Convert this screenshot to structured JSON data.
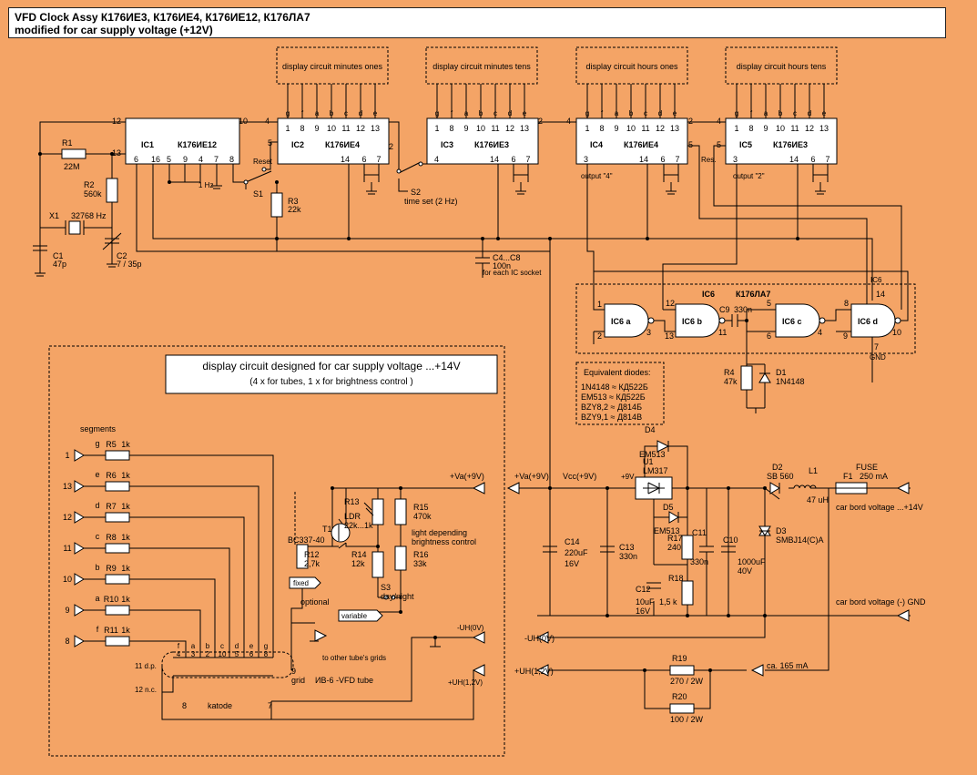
{
  "title": {
    "line1": "VFD Clock Assy К176ИЕ3, К176ИЕ4, К176ИЕ12, К176ЛА7",
    "line2": "modified for car supply voltage (+12V)"
  },
  "display_boxes": [
    "display circuit minutes ones",
    "display circuit minutes  tens",
    "display circuit hours ones",
    "display circuit hours  tens"
  ],
  "ics": {
    "ic1": {
      "ref": "IC1",
      "type": "К176ИЕ12"
    },
    "ic2": {
      "ref": "IC2",
      "type": "К176ИЕ4"
    },
    "ic3": {
      "ref": "IC3",
      "type": "К176ИЕ3"
    },
    "ic4": {
      "ref": "IC4",
      "type": "К176ИЕ4"
    },
    "ic5": {
      "ref": "IC5",
      "type": "К176ИЕ3"
    },
    "ic6_title": "IC6",
    "ic6_type": "К176ЛА7",
    "ic6_gates": [
      "IC6 a",
      "IC6 b",
      "IC6 c",
      "IC6 d"
    ]
  },
  "pin_numbers": {
    "ic1_left_top": "12",
    "ic1_13": "13",
    "ic1_right_top": "10",
    "ic1_bottom": [
      "6",
      "16",
      "5",
      "9",
      "4",
      "7",
      "8"
    ],
    "seg_top": [
      "1",
      "8",
      "9",
      "10",
      "11",
      "12",
      "13"
    ],
    "seg_letters": [
      "g",
      "f",
      "a",
      "b",
      "c",
      "d",
      "e"
    ],
    "ic_left_4": "4",
    "ic2_left_5": "5",
    "ic_right_2": "2",
    "ic_right_5": "5",
    "ic3_left_4": "4",
    "ic4_bottom_3": "3",
    "ic5_bottom_3": "3",
    "ic_bottom_14": "14",
    "ic_bottom_6": "6",
    "ic_bottom_7": "7",
    "ic6_pins": [
      "1",
      "2",
      "3",
      "12",
      "13",
      "11",
      "5",
      "6",
      "4",
      "8",
      "9",
      "10",
      "14",
      "7"
    ]
  },
  "labels": {
    "one_hz": "1 Hz",
    "reset": "Reset",
    "s1": "S1",
    "s2": "S2",
    "time_set": "time set (2 Hz)",
    "output4": "output \"4\"",
    "output2": "output \"2\"",
    "res": "Res.",
    "gnd": "GND",
    "each_ic": "for each IC socket",
    "ic6_pin14": "IC6",
    "equiv_title": "Equivalent diodes:",
    "equiv": [
      "1N4148 ≈ КД522Б",
      "EM513 ≈ КД522Б",
      "BZY8,2 ≈ Д814Б",
      "BZY9,1 ≈ Д814В"
    ],
    "car_box_title": "display circuit designed for car supply voltage ...+14V",
    "car_box_sub": "(4 x for tubes, 1 x for brightness control )",
    "segments": "segments",
    "va_in": "+Va(+9V)",
    "va_out": "+Va(+9V)",
    "vcc": "Vcc(+9V)",
    "uh0": "-UH(0V)",
    "uh0_small": "-UH(0V)",
    "uh12": "+UH(1,2V)",
    "uh12_small": "+UH(1,2V)",
    "to_grids": "to other tube's grids",
    "grid": "grid",
    "tube": "ИВ-6 -VFD tube",
    "katode": "katode",
    "dp": "11 d.p.",
    "nc": "12 n.c.",
    "tube_pin8": "8",
    "tube_pin7": "7",
    "tube_pin9": "9",
    "fixed": "fixed",
    "variable": "variable",
    "optional": "optional",
    "light_dep": "light depending",
    "brightness": "brightness control",
    "day_night": "day/night",
    "car_bord_plus": "car bord voltage ...+14V",
    "car_bord_gnd": "car bord voltage (-) GND",
    "ca165": "ca. 165 mA",
    "fuse": "FUSE",
    "plus9v": "+9V",
    "u1": "U1",
    "lm317": "LM317"
  },
  "components": {
    "r1": "R1",
    "r1_v": "22M",
    "r2": "R2",
    "r2_v": "560k",
    "r3": "R3",
    "r3_v": "22k",
    "x1": "X1",
    "x1_v": "32768 Hz",
    "c1": "C1",
    "c1_v": "47p",
    "c2": "C2",
    "c2_v": "7 / 35p",
    "c4c8": "C4...C8",
    "c4c8_v": "100n",
    "c9": "C9",
    "c9_v": "330n",
    "r4": "R4",
    "r4_v": "47k",
    "d1": "D1",
    "d1_v": "1N4148",
    "d4": "D4",
    "d4_v": "EM513",
    "d5": "D5",
    "d5_v": "EM513",
    "d2": "D2",
    "d2_v": "SB 560",
    "d3": "D3",
    "d3_v": "SMBJ14(C)A",
    "l1": "L1",
    "l1_v": "47 uH",
    "f1": "F1",
    "f1_v": "250 mA",
    "c14": "C14",
    "c14_v": "220uF",
    "c14_v2": "16V",
    "c13": "C13",
    "c13_v": "330n",
    "c11": "C11",
    "c11_v": "330n",
    "c10": "C10",
    "c10_v": "1000uF",
    "c10_v2": "40V",
    "c12": "C12",
    "c12_v": "10uF",
    "c12_v2": "16V",
    "r17": "R17",
    "r17_v": "240",
    "r18": "R18",
    "r18_v": "1,5 k",
    "r19": "R19",
    "r19_v": "270 / 2W",
    "r20": "R20",
    "r20_v": "100 / 2W",
    "r5": "R5",
    "r5_v": "1k",
    "r6": "R6",
    "r6_v": "1k",
    "r7": "R7",
    "r7_v": "1k",
    "r8": "R8",
    "r8_v": "1k",
    "r9": "R9",
    "r9_v": "1k",
    "r10": "R10",
    "r10_v": "1k",
    "r11": "R11",
    "r11_v": "1k",
    "r12": "R12",
    "r12_v": "2,7k",
    "r13": "R13",
    "ldr": "LDR",
    "r13_v": "22k...1k",
    "r14": "R14",
    "r14_v": "12k",
    "r15": "R15",
    "r15_v": "470k",
    "r16": "R16",
    "r16_v": "33k",
    "s3": "S3",
    "t1": "T1",
    "t1_v": "BC337-40"
  },
  "segment_rows": [
    {
      "pin": "1",
      "letter": "g"
    },
    {
      "pin": "13",
      "letter": "e"
    },
    {
      "pin": "12",
      "letter": "d"
    },
    {
      "pin": "11",
      "letter": "c"
    },
    {
      "pin": "10",
      "letter": "b"
    },
    {
      "pin": "9",
      "letter": "a"
    },
    {
      "pin": "8",
      "letter": "f"
    }
  ],
  "tube_pins": {
    "letters": [
      "f",
      "a",
      "b",
      "c",
      "d",
      "e",
      "g"
    ],
    "numbers": [
      "4",
      "3",
      "2",
      "10",
      "5",
      "6",
      "8"
    ]
  }
}
